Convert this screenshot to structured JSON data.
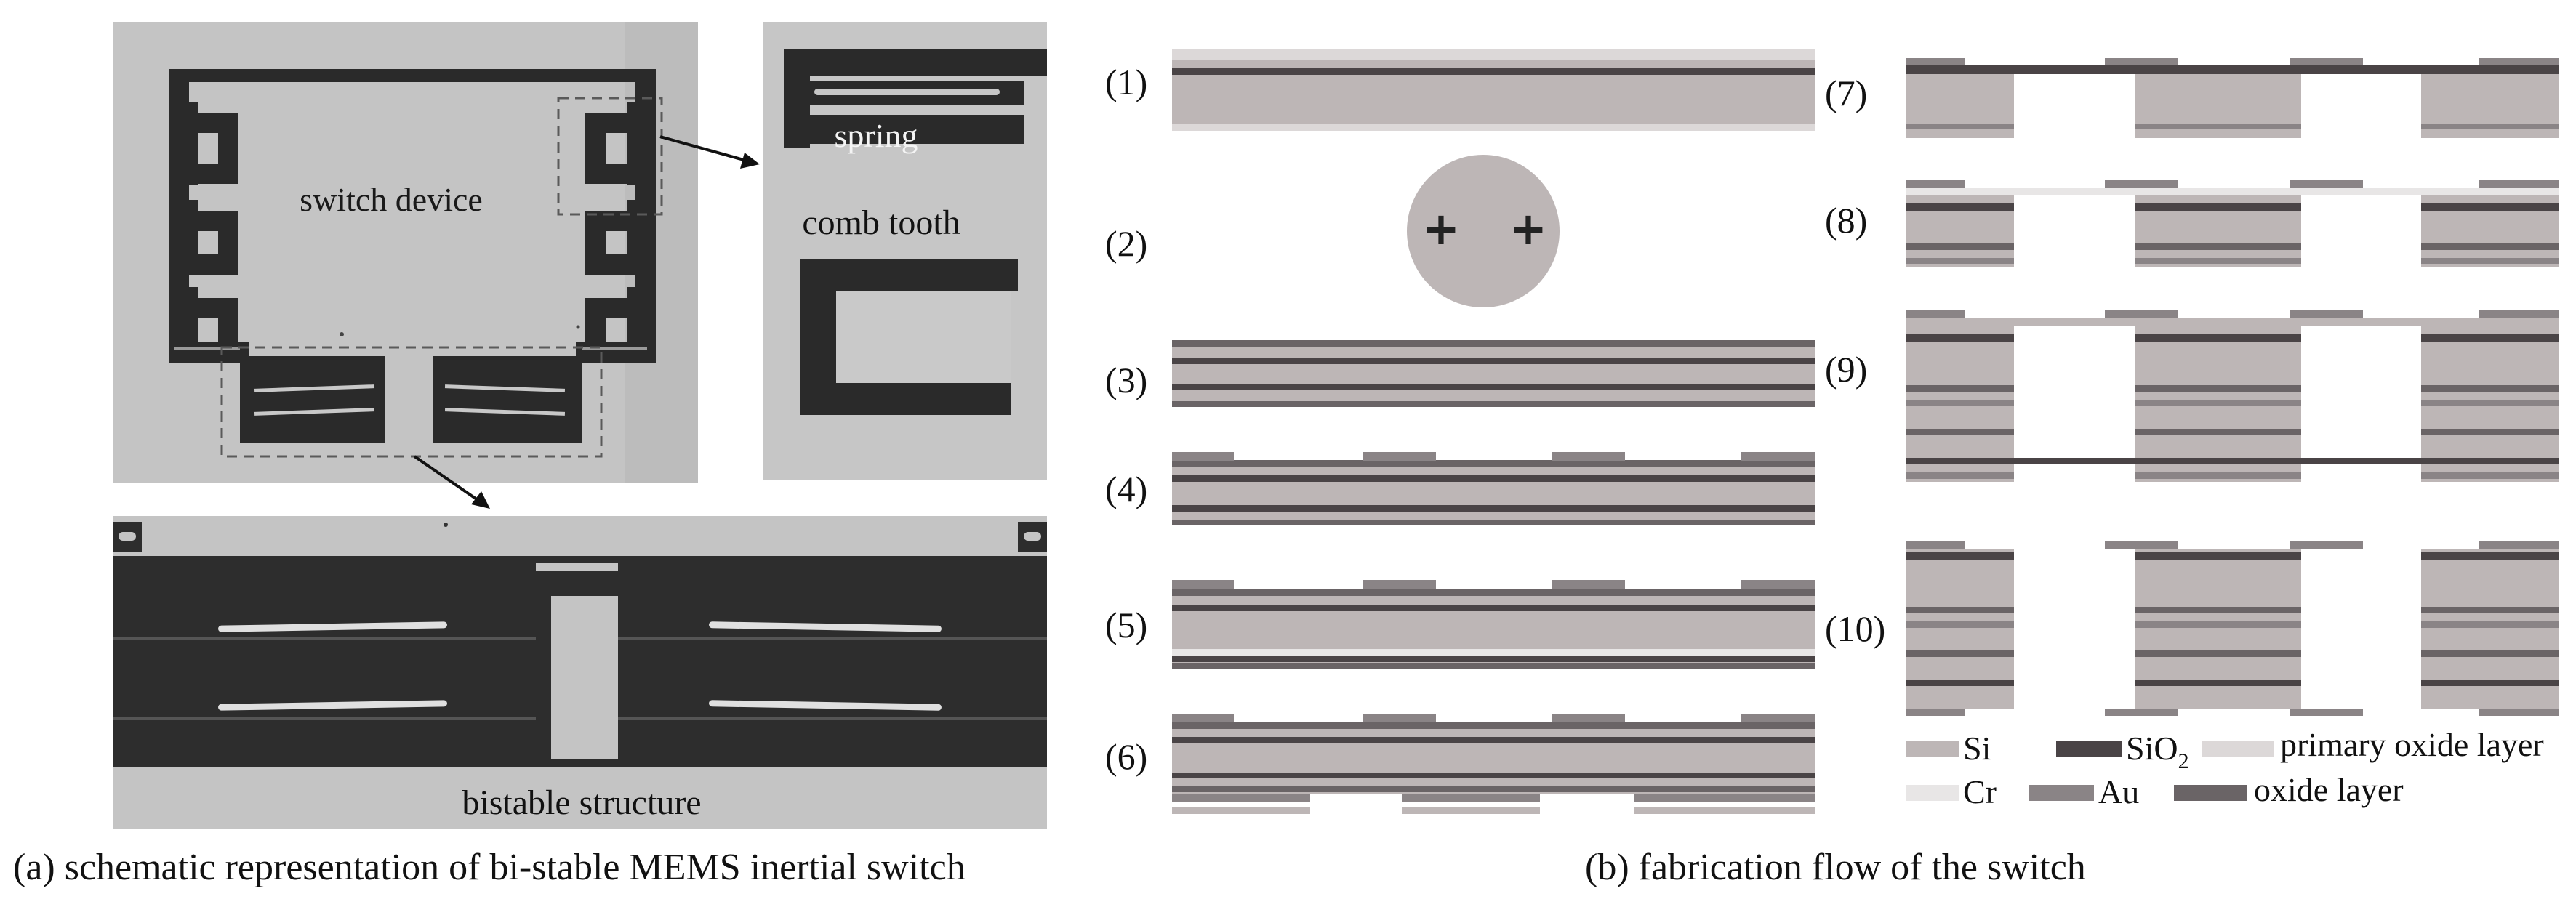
{
  "panel_a": {
    "caption": "(a) schematic representation of bi-stable MEMS inertial switch",
    "labels": {
      "switch_device": "switch device",
      "spring": "spring",
      "comb_tooth": "comb tooth",
      "bistable_structure": "bistable structure"
    }
  },
  "panel_b": {
    "caption": "(b) fabrication flow of the switch",
    "steps": [
      "(1)",
      "(2)",
      "(3)",
      "(4)",
      "(5)",
      "(6)",
      "(7)",
      "(8)",
      "(9)",
      "(10)"
    ],
    "ion_symbol": "+",
    "legend": {
      "si": "Si",
      "sio2_base": "SiO",
      "sio2_sub": "2",
      "primary_oxide": "primary oxide layer",
      "cr": "Cr",
      "au": "Au",
      "oxide": "oxide layer"
    }
  },
  "colors": {
    "si": "#bdb6b6",
    "sio2": "#4a4446",
    "primary_oxide": "#dcd8d8",
    "cr": "#e8e6e6",
    "au": "#8a8486",
    "oxide": "#6a6466",
    "photo_bg": "#c3c3c3",
    "photo_dark": "#2a2a2a"
  }
}
